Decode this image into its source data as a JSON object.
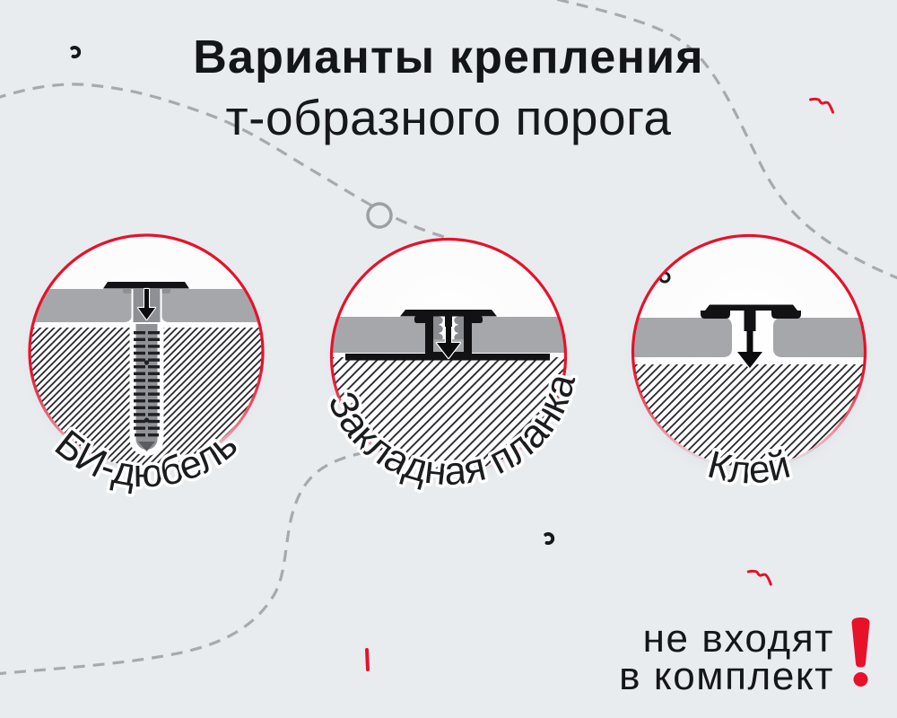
{
  "title": {
    "line1": "Варианты крепления",
    "line2": "т-образного порога"
  },
  "circles": [
    {
      "label": "БИ-дюбель"
    },
    {
      "label": "Закладная планка"
    },
    {
      "label": "Клей"
    }
  ],
  "footer": {
    "line1": "не входят",
    "line2": "в комплект",
    "mark": "!"
  },
  "colors": {
    "background": "#e8ecef",
    "accent_red": "#e8112a",
    "text_dark": "#17181a",
    "panel_gray": "#a5a7ab",
    "profile_black": "#121215",
    "dashed_gray": "#a6aaad",
    "hatch_dark": "#26262c",
    "circle_fill": "#ffffff"
  }
}
